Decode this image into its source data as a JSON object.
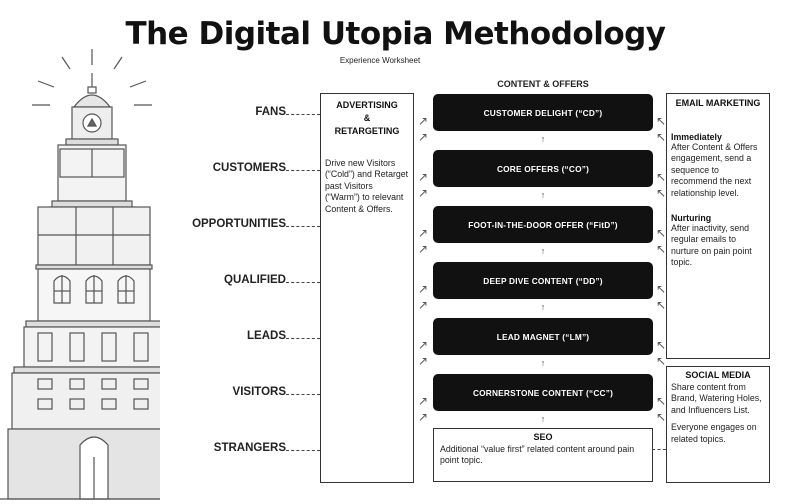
{
  "title": "The Digital Utopia Methodology",
  "subtitle": "Experience Worksheet",
  "content_header": "CONTENT & OFFERS",
  "stages": [
    "FANS",
    "CUSTOMERS",
    "OPPORTUNITIES",
    "QUALIFIED",
    "LEADS",
    "VISITORS",
    "STRANGERS"
  ],
  "advertising": {
    "heading_line1": "ADVERTISING",
    "heading_line2": "&",
    "heading_line3": "RETARGETING",
    "body": "Drive new Visitors (“Cold”) and Retarget past Visitors (“Warm”) to relevant Content & Offers."
  },
  "offers": [
    "CUSTOMER DELIGHT (“CD”)",
    "CORE OFFERS (“CO”)",
    "FOOT-IN-THE-DOOR OFFER (“FitD”)",
    "DEEP DIVE CONTENT (“DD”)",
    "LEAD MAGNET (“LM”)",
    "CORNERSTONE CONTENT (“CC”)"
  ],
  "seo": {
    "heading": "SEO",
    "body": "Additional “value first” related content around pain point topic."
  },
  "email_marketing": {
    "heading": "EMAIL MARKETING",
    "immediately_heading": "Immediately",
    "immediately_body": "After Content & Offers engagement, send a sequence to recommend the next relationship level.",
    "nurturing_heading": "Nurturing",
    "nurturing_body": "After inactivity, send regular emails to nurture on pain point topic."
  },
  "social_media": {
    "heading": "SOCIAL MEDIA",
    "body1": "Share content from Brand, Watering Holes, and Influencers List.",
    "body2": "Everyone engages on related topics."
  },
  "icons": {
    "up_arrow": "↑",
    "diag_arrow_left": "↗",
    "diag_arrow_right": "↖"
  }
}
